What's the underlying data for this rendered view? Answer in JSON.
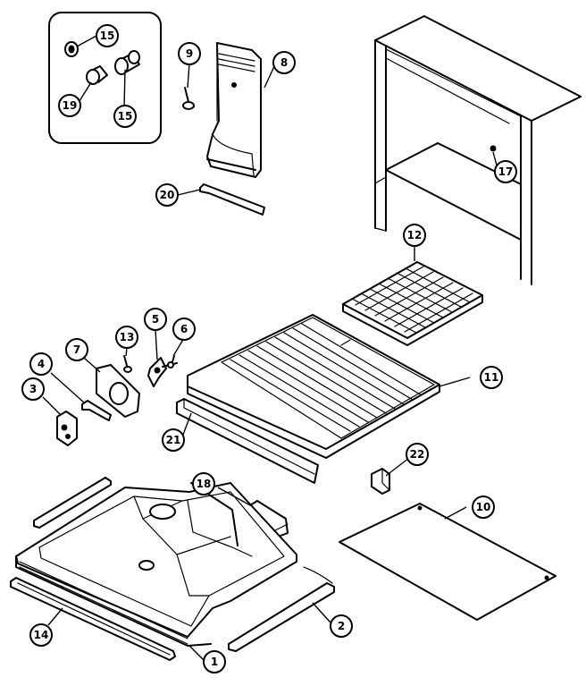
{
  "callouts": [
    {
      "id": "p15a",
      "label": "15"
    },
    {
      "id": "p19",
      "label": "19"
    },
    {
      "id": "p15b",
      "label": "15"
    },
    {
      "id": "p9",
      "label": "9"
    },
    {
      "id": "p8",
      "label": "8"
    },
    {
      "id": "p20",
      "label": "20"
    },
    {
      "id": "p17",
      "label": "17"
    },
    {
      "id": "p12",
      "label": "12"
    },
    {
      "id": "p13",
      "label": "13"
    },
    {
      "id": "p5",
      "label": "5"
    },
    {
      "id": "p6",
      "label": "6"
    },
    {
      "id": "p7",
      "label": "7"
    },
    {
      "id": "p4",
      "label": "4"
    },
    {
      "id": "p3",
      "label": "3"
    },
    {
      "id": "p11",
      "label": "11"
    },
    {
      "id": "p21",
      "label": "21"
    },
    {
      "id": "p22",
      "label": "22"
    },
    {
      "id": "p18",
      "label": "18"
    },
    {
      "id": "p10",
      "label": "10"
    },
    {
      "id": "p14",
      "label": "14"
    },
    {
      "id": "p2",
      "label": "2"
    },
    {
      "id": "p1",
      "label": "1"
    }
  ]
}
